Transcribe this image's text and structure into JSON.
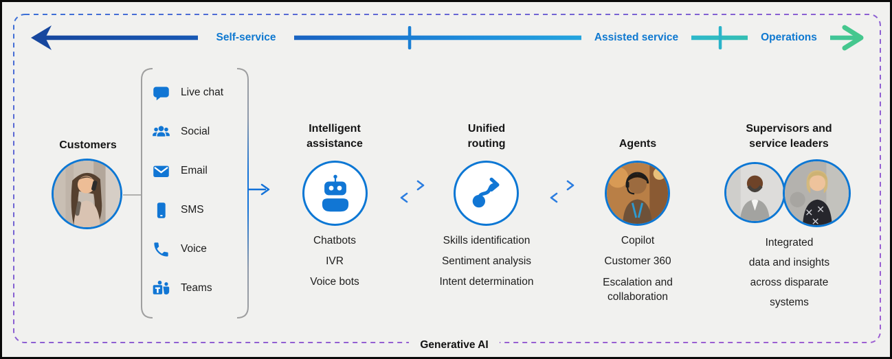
{
  "top_axis": {
    "segments": [
      {
        "label": "Self-service"
      },
      {
        "label": "Assisted service"
      },
      {
        "label": "Operations"
      }
    ]
  },
  "customers": {
    "title": "Customers",
    "photo": "woman-on-phone-photo"
  },
  "channels": {
    "items": [
      {
        "icon": "live-chat-icon",
        "label": "Live chat"
      },
      {
        "icon": "social-icon",
        "label": "Social"
      },
      {
        "icon": "email-icon",
        "label": "Email"
      },
      {
        "icon": "sms-icon",
        "label": "SMS"
      },
      {
        "icon": "voice-icon",
        "label": "Voice"
      },
      {
        "icon": "teams-icon",
        "label": "Teams"
      }
    ]
  },
  "stages": {
    "intelligent_assistance": {
      "title": "Intelligent\nassistance",
      "icon": "chatbot-icon",
      "items": [
        "Chatbots",
        "IVR",
        "Voice bots"
      ]
    },
    "unified_routing": {
      "title": "Unified\nrouting",
      "icon": "routing-icon",
      "items": [
        "Skills identification",
        "Sentiment analysis",
        "Intent determination"
      ]
    },
    "agents": {
      "title": "Agents",
      "photo": "agent-with-headset-photo",
      "items": [
        "Copilot",
        "Customer 360",
        "Escalation and\ncollaboration"
      ]
    },
    "supervisors": {
      "title": "Supervisors and\nservice leaders",
      "photos": [
        "supervisor-man-photo",
        "supervisor-woman-photo"
      ],
      "description": "Integrated\ndata and insights\nacross disparate\nsystems"
    }
  },
  "footer": {
    "label": "Generative AI"
  },
  "colors": {
    "background": "#f1f1ef",
    "axis_label_blue": "#0e78d0",
    "icon_blue": "#1176d4",
    "circle_border_blue": "#0c77d4",
    "arrow_gradient_start": "#17479e",
    "arrow_gradient_end": "#45c78e",
    "tick_selfservice": "#1a7fd4",
    "tick_operations": "#2ab3c9",
    "dashed_border_start": "#3a6fd6",
    "dashed_border_end": "#9d5fd2",
    "bracket_gray": "#9f9f9f",
    "exchange_arrow_blue": "#2b7de0"
  }
}
